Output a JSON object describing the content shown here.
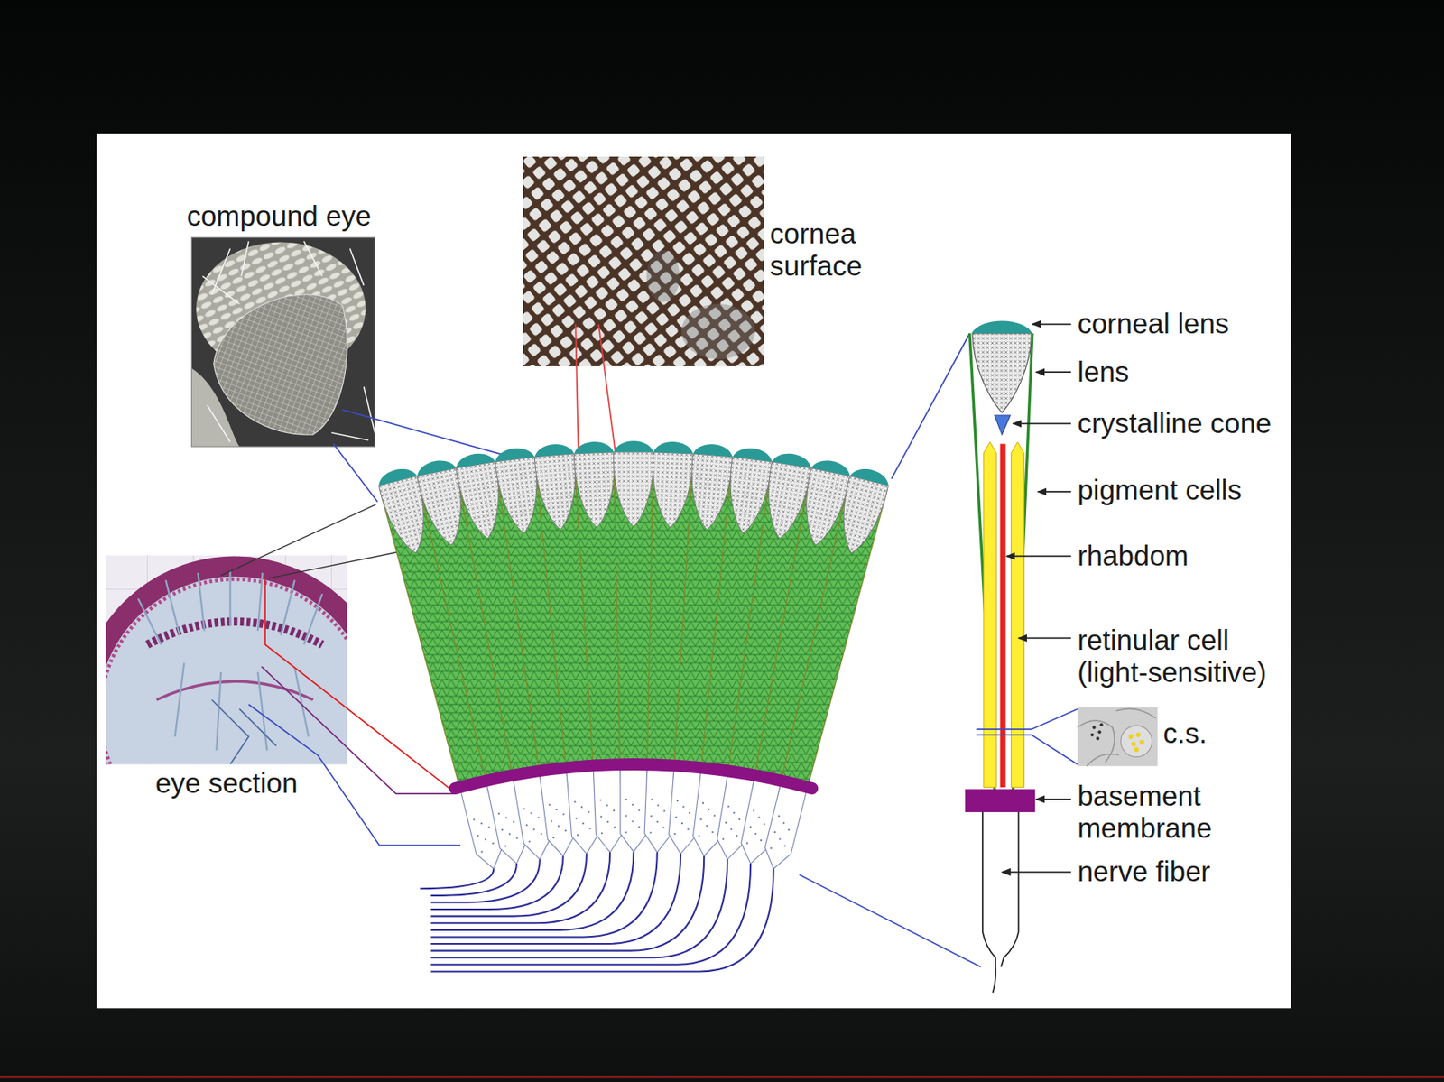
{
  "diagram": {
    "labels": [
      "compound eye",
      "cornea surface",
      "corneal lens",
      "lens",
      "crystalline cone",
      "pigment cells",
      "rhabdom",
      "retinular cell (light-sensitive)",
      "c.s.",
      "basement membrane",
      "nerve fiber",
      "eye section"
    ]
  }
}
